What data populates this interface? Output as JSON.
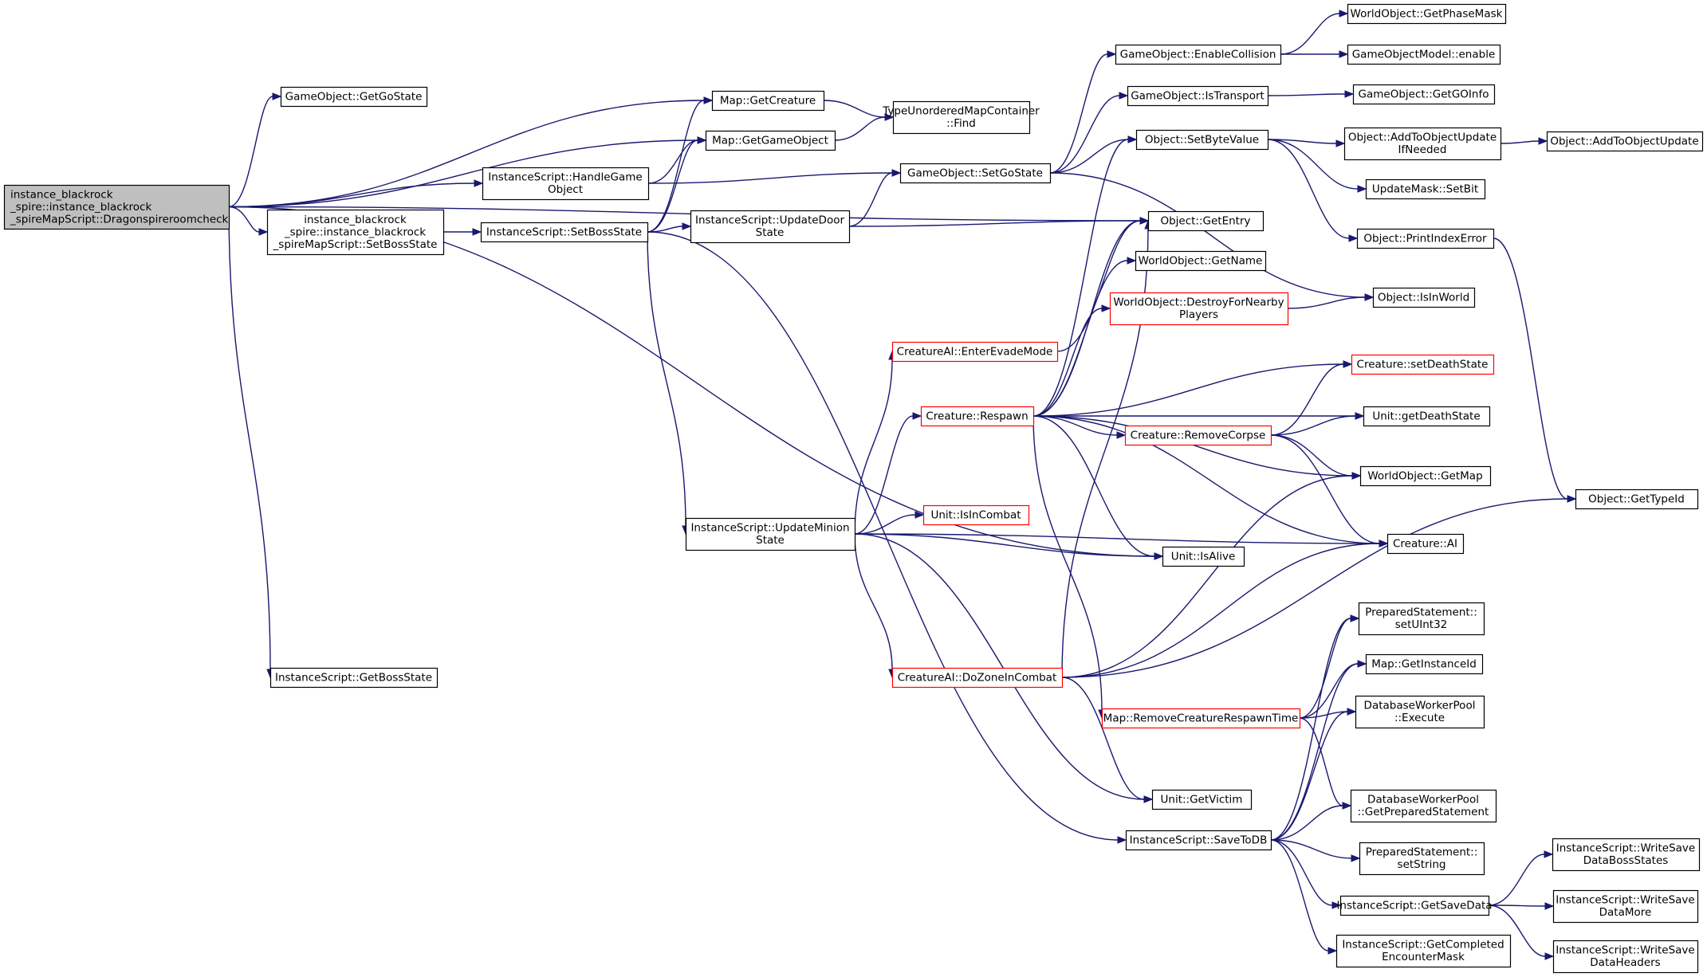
{
  "graph": {
    "title": "",
    "colors": {
      "edge": "#191970",
      "border": "#000000",
      "red_border": "#ff0000",
      "root_fill": "#bfbfbf"
    },
    "nodes": [
      {
        "id": "root",
        "lines": [
          "instance_blackrock",
          "_spire::instance_blackrock",
          "_spireMapScript::Dragonspireroomcheck"
        ],
        "style": "root"
      },
      {
        "id": "goGetGoState",
        "lines": [
          "GameObject::GetGoState"
        ]
      },
      {
        "id": "mapGetCreature",
        "lines": [
          "Map::GetCreature"
        ]
      },
      {
        "id": "mapGetGameObject",
        "lines": [
          "Map::GetGameObject"
        ]
      },
      {
        "id": "typeFind",
        "lines": [
          "TypeUnorderedMapContainer",
          "::Find"
        ]
      },
      {
        "id": "handleGameObject",
        "lines": [
          "InstanceScript::HandleGame",
          "Object"
        ]
      },
      {
        "id": "blackrockSetBossState",
        "lines": [
          "instance_blackrock",
          "_spire::instance_blackrock",
          "_spireMapScript::SetBossState"
        ]
      },
      {
        "id": "isSetBossState",
        "lines": [
          "InstanceScript::SetBossState"
        ]
      },
      {
        "id": "updateDoorState",
        "lines": [
          "InstanceScript::UpdateDoor",
          "State"
        ]
      },
      {
        "id": "goSetGoState",
        "lines": [
          "GameObject::SetGoState"
        ]
      },
      {
        "id": "goEnableCollision",
        "lines": [
          "GameObject::EnableCollision"
        ]
      },
      {
        "id": "woGetPhaseMask",
        "lines": [
          "WorldObject::GetPhaseMask"
        ]
      },
      {
        "id": "gomEnable",
        "lines": [
          "GameObjectModel::enable"
        ]
      },
      {
        "id": "goIsTransport",
        "lines": [
          "GameObject::IsTransport"
        ]
      },
      {
        "id": "goGetGOInfo",
        "lines": [
          "GameObject::GetGOInfo"
        ]
      },
      {
        "id": "objSetByteValue",
        "lines": [
          "Object::SetByteValue"
        ]
      },
      {
        "id": "objAddToObjectUpdateIfNeeded",
        "lines": [
          "Object::AddToObjectUpdate",
          "IfNeeded"
        ]
      },
      {
        "id": "objAddToObjectUpdate",
        "lines": [
          "Object::AddToObjectUpdate"
        ]
      },
      {
        "id": "updateMaskSetBit",
        "lines": [
          "UpdateMask::SetBit"
        ]
      },
      {
        "id": "objPrintIndexError",
        "lines": [
          "Object::PrintIndexError"
        ]
      },
      {
        "id": "objGetEntry",
        "lines": [
          "Object::GetEntry"
        ]
      },
      {
        "id": "woGetName",
        "lines": [
          "WorldObject::GetName"
        ]
      },
      {
        "id": "woDestroyForNearbyPlayers",
        "lines": [
          "WorldObject::DestroyForNearby",
          "Players"
        ],
        "style": "red"
      },
      {
        "id": "objIsInWorld",
        "lines": [
          "Object::IsInWorld"
        ]
      },
      {
        "id": "aiEnterEvadeMode",
        "lines": [
          "CreatureAI::EnterEvadeMode"
        ],
        "style": "red"
      },
      {
        "id": "creatureSetDeathState",
        "lines": [
          "Creature::setDeathState"
        ],
        "style": "red"
      },
      {
        "id": "creatureRespawn",
        "lines": [
          "Creature::Respawn"
        ],
        "style": "red"
      },
      {
        "id": "unitGetDeathState",
        "lines": [
          "Unit::getDeathState"
        ]
      },
      {
        "id": "creatureRemoveCorpse",
        "lines": [
          "Creature::RemoveCorpse"
        ],
        "style": "red"
      },
      {
        "id": "woGetMap",
        "lines": [
          "WorldObject::GetMap"
        ]
      },
      {
        "id": "objGetTypeId",
        "lines": [
          "Object::GetTypeId"
        ]
      },
      {
        "id": "unitIsInCombat",
        "lines": [
          "Unit::IsInCombat"
        ],
        "style": "red"
      },
      {
        "id": "updateMinionState",
        "lines": [
          "InstanceScript::UpdateMinion",
          "State"
        ]
      },
      {
        "id": "creatureAI",
        "lines": [
          "Creature::AI"
        ]
      },
      {
        "id": "unitIsAlive",
        "lines": [
          "Unit::IsAlive"
        ]
      },
      {
        "id": "psSetUInt32",
        "lines": [
          "PreparedStatement::",
          "setUInt32"
        ]
      },
      {
        "id": "isGetBossState",
        "lines": [
          "InstanceScript::GetBossState"
        ]
      },
      {
        "id": "mapGetInstanceId",
        "lines": [
          "Map::GetInstanceId"
        ]
      },
      {
        "id": "aiDoZoneInCombat",
        "lines": [
          "CreatureAI::DoZoneInCombat"
        ],
        "style": "red"
      },
      {
        "id": "dbwpExecute",
        "lines": [
          "DatabaseWorkerPool",
          "::Execute"
        ]
      },
      {
        "id": "mapRemoveCreatureRespawnTime",
        "lines": [
          "Map::RemoveCreatureRespawnTime"
        ],
        "style": "red"
      },
      {
        "id": "dbwpGetPreparedStatement",
        "lines": [
          "DatabaseWorkerPool",
          "::GetPreparedStatement"
        ]
      },
      {
        "id": "unitGetVictim",
        "lines": [
          "Unit::GetVictim"
        ]
      },
      {
        "id": "isSaveToDB",
        "lines": [
          "InstanceScript::SaveToDB"
        ]
      },
      {
        "id": "psSetString",
        "lines": [
          "PreparedStatement::",
          "setString"
        ]
      },
      {
        "id": "writeSaveDataBossStates",
        "lines": [
          "InstanceScript::WriteSave",
          "DataBossStates"
        ]
      },
      {
        "id": "isGetSaveData",
        "lines": [
          "InstanceScript::GetSaveData"
        ]
      },
      {
        "id": "writeSaveDataMore",
        "lines": [
          "InstanceScript::WriteSave",
          "DataMore"
        ]
      },
      {
        "id": "isGetCompletedEncounterMask",
        "lines": [
          "InstanceScript::GetCompleted",
          "EncounterMask"
        ]
      },
      {
        "id": "writeSaveDataHeaders",
        "lines": [
          "InstanceScript::WriteSave",
          "DataHeaders"
        ]
      }
    ],
    "edges": [
      [
        "root",
        "mapGetCreature"
      ],
      [
        "root",
        "goGetGoState"
      ],
      [
        "root",
        "mapGetGameObject"
      ],
      [
        "root",
        "handleGameObject"
      ],
      [
        "root",
        "blackrockSetBossState"
      ],
      [
        "root",
        "objGetEntry"
      ],
      [
        "root",
        "unitIsAlive"
      ],
      [
        "root",
        "isGetBossState"
      ],
      [
        "mapGetCreature",
        "typeFind"
      ],
      [
        "mapGetGameObject",
        "typeFind"
      ],
      [
        "handleGameObject",
        "mapGetGameObject"
      ],
      [
        "handleGameObject",
        "goSetGoState"
      ],
      [
        "blackrockSetBossState",
        "isSetBossState"
      ],
      [
        "isSetBossState",
        "mapGetCreature"
      ],
      [
        "isSetBossState",
        "mapGetGameObject"
      ],
      [
        "isSetBossState",
        "updateDoorState"
      ],
      [
        "isSetBossState",
        "updateMinionState"
      ],
      [
        "isSetBossState",
        "isSaveToDB"
      ],
      [
        "updateDoorState",
        "goSetGoState"
      ],
      [
        "updateDoorState",
        "objGetEntry"
      ],
      [
        "goSetGoState",
        "goEnableCollision"
      ],
      [
        "goSetGoState",
        "goIsTransport"
      ],
      [
        "goSetGoState",
        "objSetByteValue"
      ],
      [
        "goSetGoState",
        "objIsInWorld"
      ],
      [
        "goEnableCollision",
        "woGetPhaseMask"
      ],
      [
        "goEnableCollision",
        "gomEnable"
      ],
      [
        "goIsTransport",
        "goGetGOInfo"
      ],
      [
        "objSetByteValue",
        "objAddToObjectUpdateIfNeeded"
      ],
      [
        "objSetByteValue",
        "updateMaskSetBit"
      ],
      [
        "objSetByteValue",
        "objPrintIndexError"
      ],
      [
        "objAddToObjectUpdateIfNeeded",
        "objAddToObjectUpdate"
      ],
      [
        "objPrintIndexError",
        "objGetTypeId"
      ],
      [
        "woDestroyForNearbyPlayers",
        "objIsInWorld"
      ],
      [
        "aiEnterEvadeMode",
        "objGetEntry"
      ],
      [
        "creatureRespawn",
        "objGetEntry"
      ],
      [
        "creatureRespawn",
        "woGetName"
      ],
      [
        "creatureRespawn",
        "woDestroyForNearbyPlayers"
      ],
      [
        "creatureRespawn",
        "objSetByteValue"
      ],
      [
        "creatureRespawn",
        "creatureSetDeathState"
      ],
      [
        "creatureRespawn",
        "unitGetDeathState"
      ],
      [
        "creatureRespawn",
        "creatureRemoveCorpse"
      ],
      [
        "creatureRespawn",
        "woGetMap"
      ],
      [
        "creatureRespawn",
        "creatureAI"
      ],
      [
        "creatureRespawn",
        "unitIsAlive"
      ],
      [
        "creatureRespawn",
        "mapRemoveCreatureRespawnTime"
      ],
      [
        "creatureRemoveCorpse",
        "creatureSetDeathState"
      ],
      [
        "creatureRemoveCorpse",
        "unitGetDeathState"
      ],
      [
        "creatureRemoveCorpse",
        "woGetMap"
      ],
      [
        "creatureRemoveCorpse",
        "creatureAI"
      ],
      [
        "updateMinionState",
        "aiEnterEvadeMode"
      ],
      [
        "updateMinionState",
        "creatureRespawn"
      ],
      [
        "updateMinionState",
        "unitIsInCombat"
      ],
      [
        "updateMinionState",
        "unitIsAlive"
      ],
      [
        "updateMinionState",
        "creatureAI"
      ],
      [
        "updateMinionState",
        "aiDoZoneInCombat"
      ],
      [
        "updateMinionState",
        "unitGetVictim"
      ],
      [
        "aiDoZoneInCombat",
        "objGetEntry"
      ],
      [
        "aiDoZoneInCombat",
        "woGetMap"
      ],
      [
        "aiDoZoneInCombat",
        "creatureAI"
      ],
      [
        "aiDoZoneInCombat",
        "objGetTypeId"
      ],
      [
        "aiDoZoneInCombat",
        "unitGetVictim"
      ],
      [
        "mapRemoveCreatureRespawnTime",
        "psSetUInt32"
      ],
      [
        "mapRemoveCreatureRespawnTime",
        "mapGetInstanceId"
      ],
      [
        "mapRemoveCreatureRespawnTime",
        "dbwpExecute"
      ],
      [
        "mapRemoveCreatureRespawnTime",
        "dbwpGetPreparedStatement"
      ],
      [
        "isSaveToDB",
        "psSetUInt32"
      ],
      [
        "isSaveToDB",
        "mapGetInstanceId"
      ],
      [
        "isSaveToDB",
        "dbwpExecute"
      ],
      [
        "isSaveToDB",
        "dbwpGetPreparedStatement"
      ],
      [
        "isSaveToDB",
        "psSetString"
      ],
      [
        "isSaveToDB",
        "isGetSaveData"
      ],
      [
        "isSaveToDB",
        "isGetCompletedEncounterMask"
      ],
      [
        "isGetSaveData",
        "writeSaveDataBossStates"
      ],
      [
        "isGetSaveData",
        "writeSaveDataMore"
      ],
      [
        "isGetSaveData",
        "writeSaveDataHeaders"
      ]
    ]
  }
}
